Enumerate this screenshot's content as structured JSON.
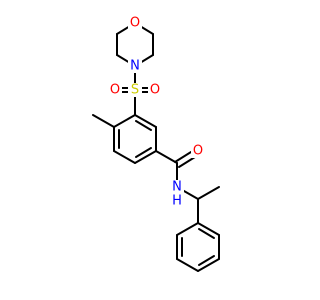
{
  "molecule": {
    "atoms": {
      "morpholine_oxygen": "O",
      "morpholine_nitrogen": "N",
      "sulfur": "S",
      "sulfonyl_oxygen_left": "O",
      "sulfonyl_oxygen_right": "O",
      "carbonyl_oxygen": "O",
      "amide_nitrogen": "N",
      "amide_hydrogen": "H"
    },
    "colors": {
      "bond": "#000000",
      "nitrogen": "#0000ff",
      "oxygen": "#ff0000",
      "sulfur": "#cccc00",
      "carbon_label": "#000000"
    }
  }
}
